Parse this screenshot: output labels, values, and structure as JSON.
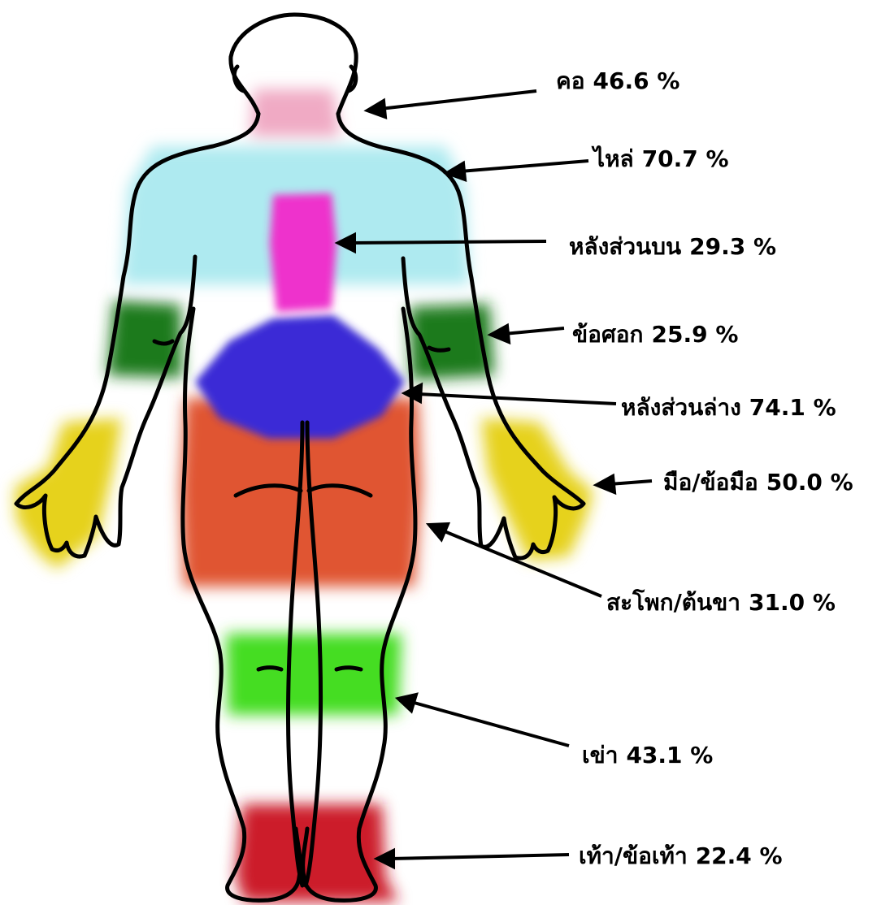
{
  "regions": [
    {
      "name": "คอ",
      "value": "46.6 %",
      "color": "#f0aac4"
    },
    {
      "name": "ไหล่",
      "value": "70.7 %",
      "color": "#aeeaf0"
    },
    {
      "name": "หลังส่วนบน",
      "value": "29.3 %",
      "color": "#ee33cc"
    },
    {
      "name": "ข้อศอก",
      "value": "25.9 %",
      "color": "#1e7a1e"
    },
    {
      "name": "หลังส่วนล่าง",
      "value": "74.1 %",
      "color": "#3a2ad6"
    },
    {
      "name": "มือ/ข้อมือ",
      "value": "50.0 %",
      "color": "#e6d21a"
    },
    {
      "name": "สะโพก/ต้นขา",
      "value": "31.0 %",
      "color": "#e05533"
    },
    {
      "name": "เข่า",
      "value": "43.1 %",
      "color": "#44dd22"
    },
    {
      "name": "เท้า/ข้อเท้า",
      "value": "22.4 %",
      "color": "#cc1f2a"
    }
  ]
}
